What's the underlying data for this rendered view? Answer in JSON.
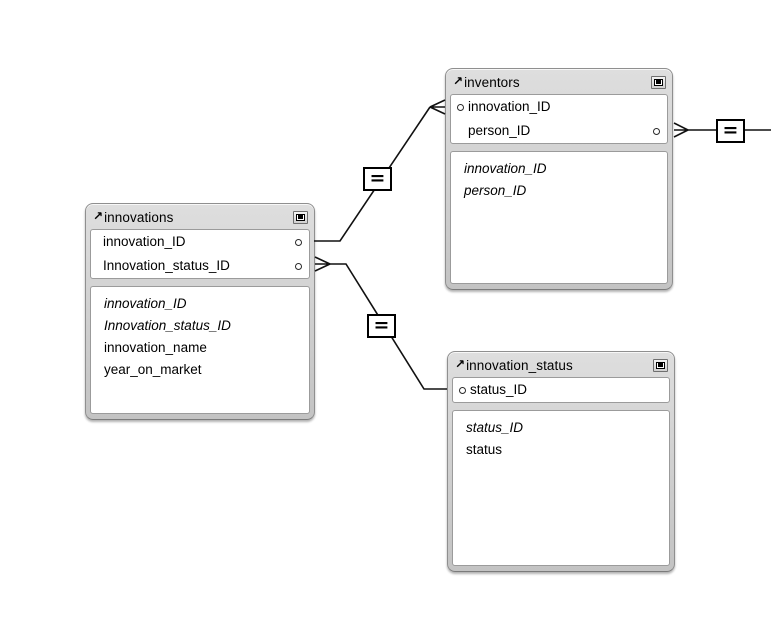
{
  "app": {
    "view_label": "relationships graph"
  },
  "tables": [
    {
      "title": "innovations",
      "jump_icon": "arrow-top-right",
      "key_fields": [
        {
          "label": "innovation_ID",
          "dot_side": "right"
        },
        {
          "label": "Innovation_status_ID",
          "dot_side": "right"
        }
      ],
      "fields": [
        {
          "label": "innovation_ID",
          "italic": true
        },
        {
          "label": "Innovation_status_ID",
          "italic": true
        },
        {
          "label": "innovation_name",
          "italic": false
        },
        {
          "label": "year_on_market",
          "italic": false
        }
      ]
    },
    {
      "title": "inventors",
      "jump_icon": "arrow-top-right",
      "key_fields": [
        {
          "label": "innovation_ID",
          "dot_side": "left"
        },
        {
          "label": "person_ID",
          "dot_side": "right"
        }
      ],
      "fields": [
        {
          "label": "innovation_ID",
          "italic": true
        },
        {
          "label": "person_ID",
          "italic": true
        }
      ]
    },
    {
      "title": "innovation_status",
      "jump_icon": "arrow-top-right",
      "key_fields": [
        {
          "label": "status_ID",
          "dot_side": "left"
        }
      ],
      "fields": [
        {
          "label": "status_ID",
          "italic": true
        },
        {
          "label": "status",
          "italic": false
        }
      ]
    }
  ],
  "relationships": [
    {
      "operator": "=",
      "from": "innovations.innovation_ID",
      "to": "inventors.innovation_ID",
      "crow_foot": "inventors"
    },
    {
      "operator": "=",
      "from": "innovations.Innovation_status_ID",
      "to": "innovation_status.status_ID",
      "crow_foot": "innovations"
    },
    {
      "operator": "=",
      "from": "inventors.person_ID",
      "to": "offscreen-right",
      "crow_foot": "inventors"
    }
  ]
}
